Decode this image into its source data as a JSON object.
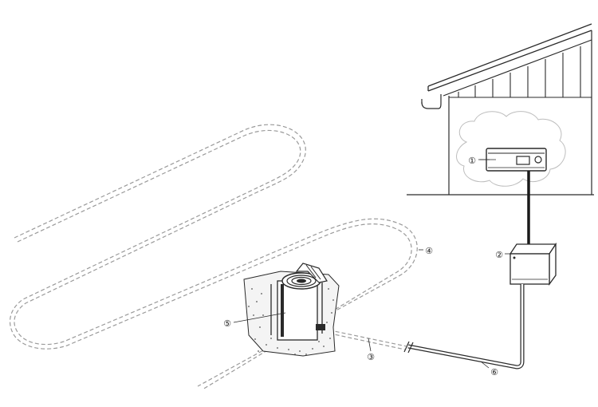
{
  "callouts": [
    {
      "id": "1",
      "label": "①"
    },
    {
      "id": "2",
      "label": "②"
    },
    {
      "id": "3",
      "label": "③"
    },
    {
      "id": "4",
      "label": "④"
    },
    {
      "id": "5",
      "label": "⑤"
    },
    {
      "id": "6",
      "label": "⑥"
    }
  ],
  "colors": {
    "ink": "#2a2a2a",
    "dashed_loop": "#9a9a9a",
    "cloud": "#bdbdbd",
    "stipple": "#555555"
  },
  "icons": [
    "house-icon",
    "control-unit-icon",
    "junction-box-icon",
    "cable-spool-icon",
    "ground-loop-icon"
  ]
}
